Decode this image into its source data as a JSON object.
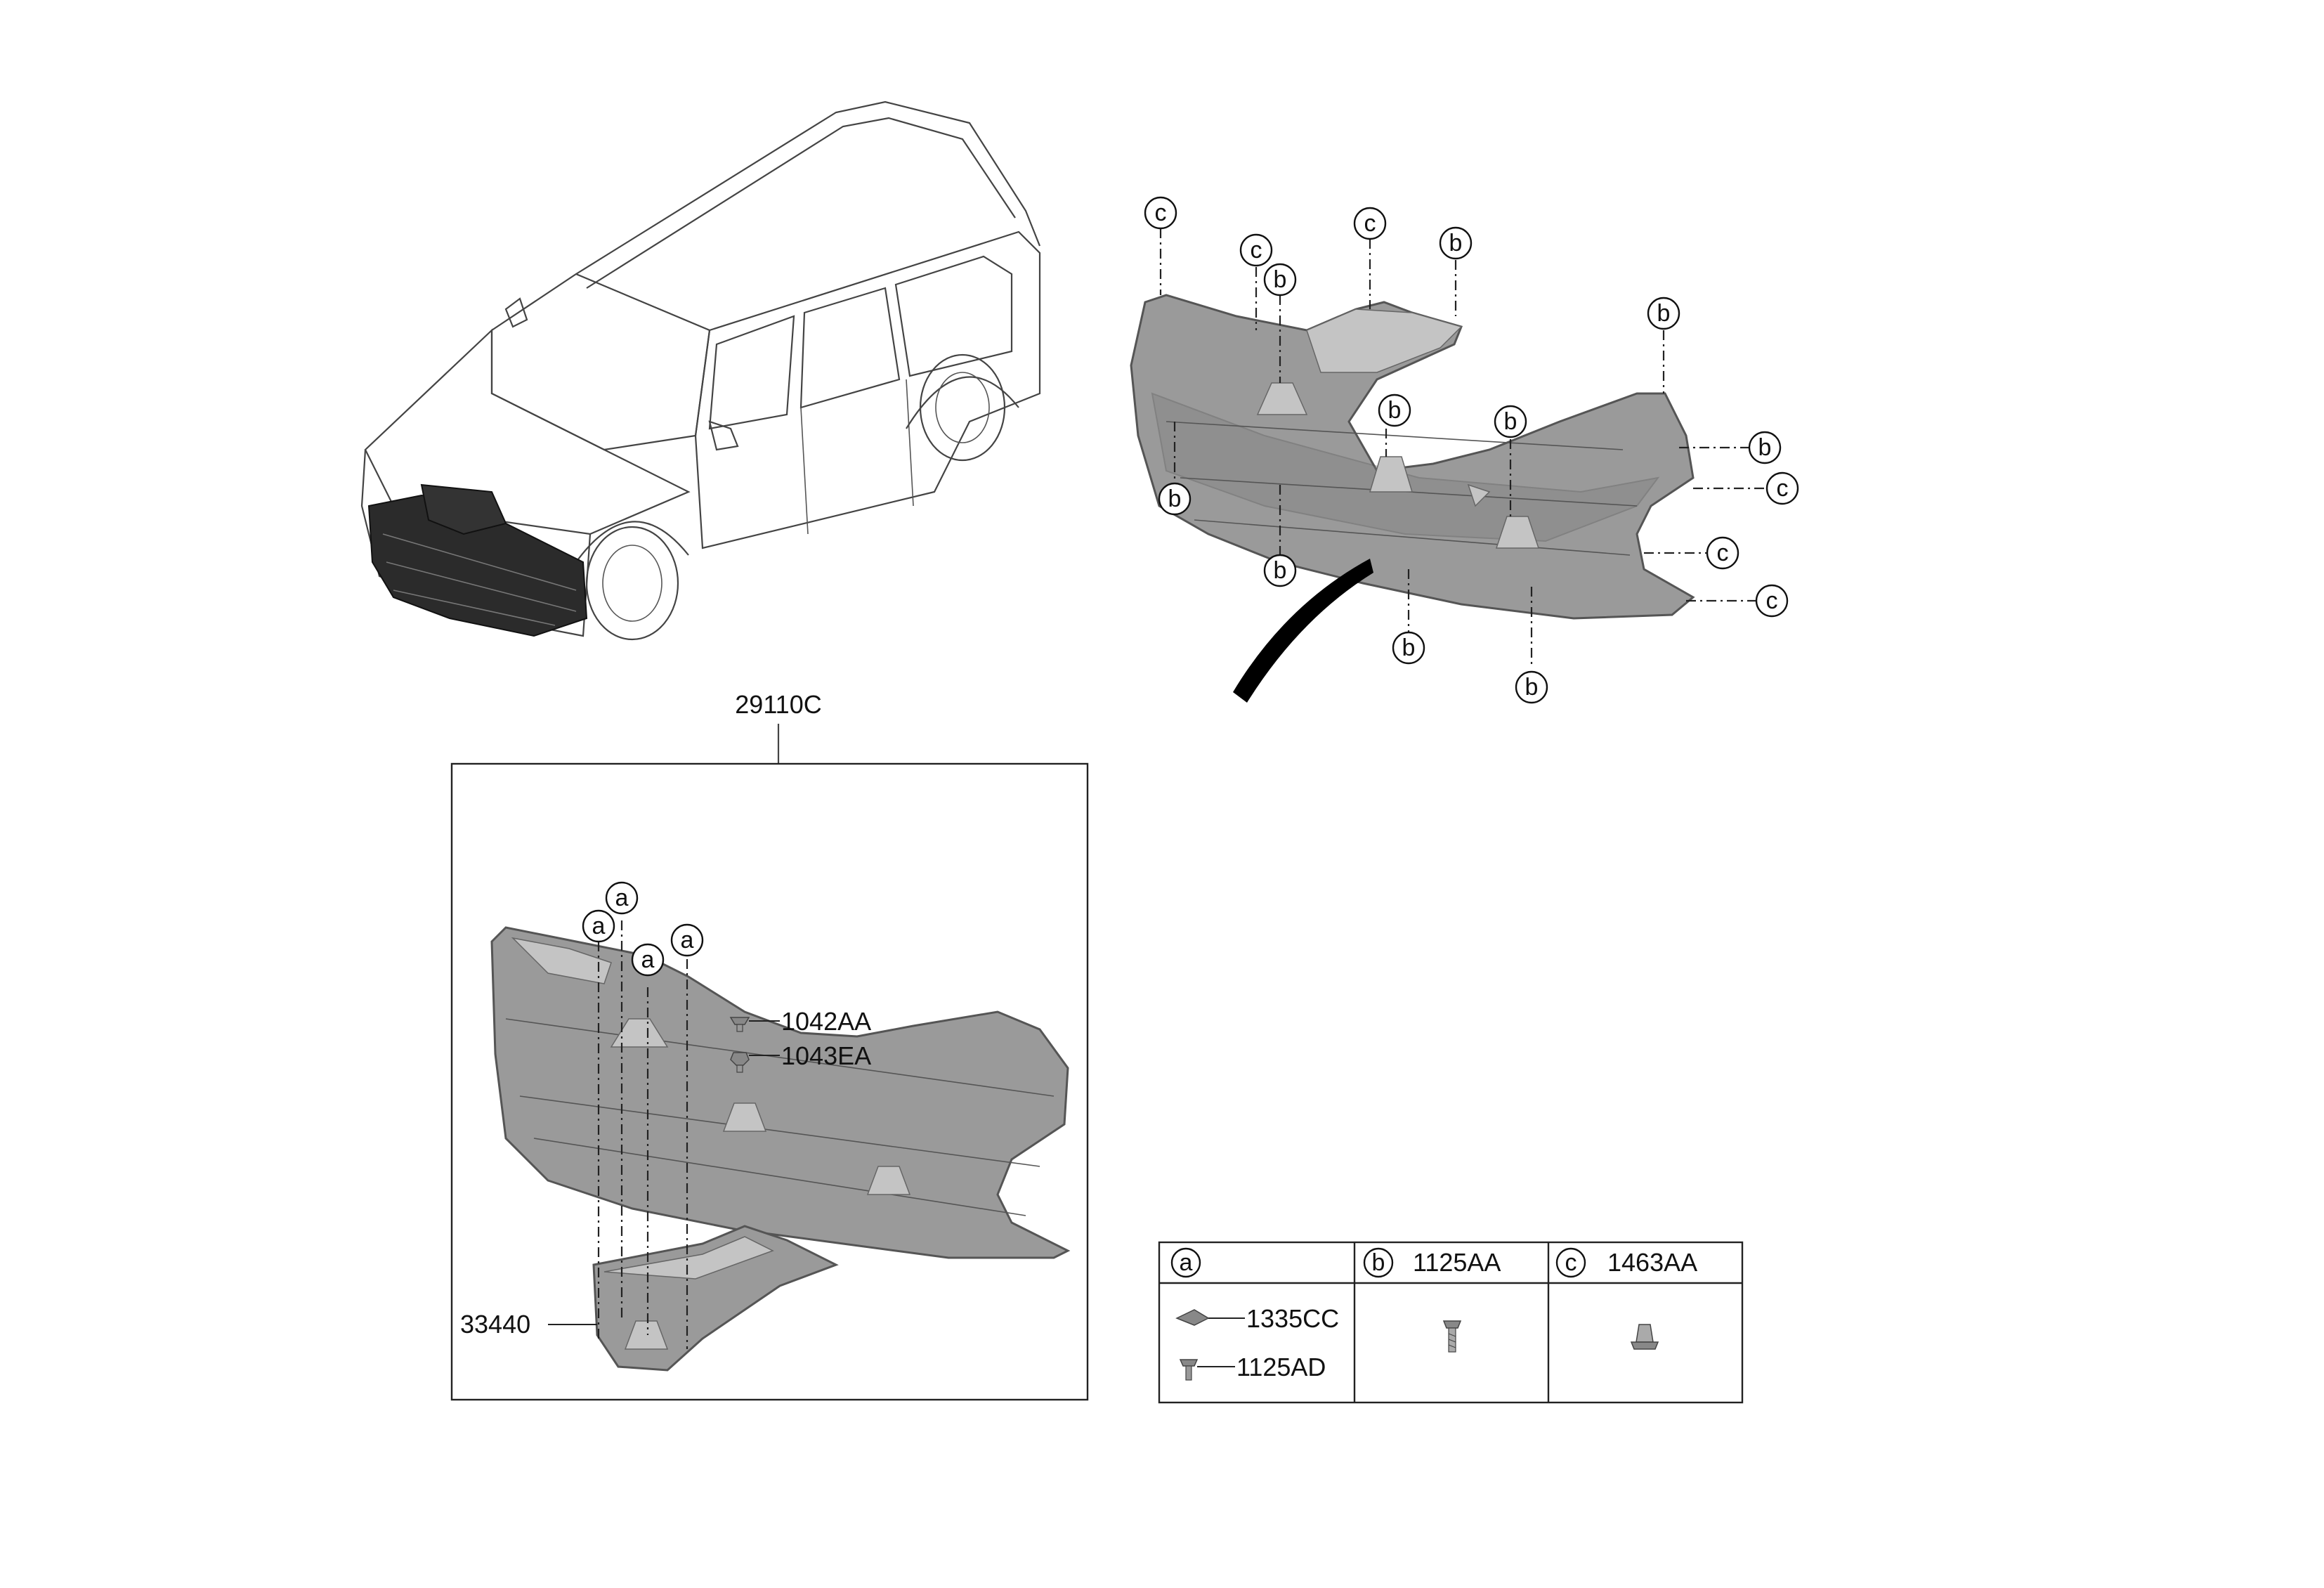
{
  "main_label": "29110C",
  "sub_labels": {
    "clip_a": "1042AA",
    "clip_b": "1043EA",
    "cover_rear": "33440"
  },
  "callouts": {
    "a": "a",
    "b": "b",
    "c": "c"
  },
  "legend": {
    "a": {
      "letter": "a",
      "parts": [
        "1335CC",
        "1125AD"
      ]
    },
    "b": {
      "letter": "b",
      "part": "1125AA"
    },
    "c": {
      "letter": "c",
      "part": "1463AA"
    }
  },
  "colors": {
    "panel_fill": "#9a9a9a",
    "highlight_fill": "#2b2b2b",
    "line": "#444444"
  },
  "icons": [
    "car-outline",
    "under-cover-panel",
    "screw-icon",
    "clip-icon",
    "nut-icon",
    "arrow-icon"
  ]
}
